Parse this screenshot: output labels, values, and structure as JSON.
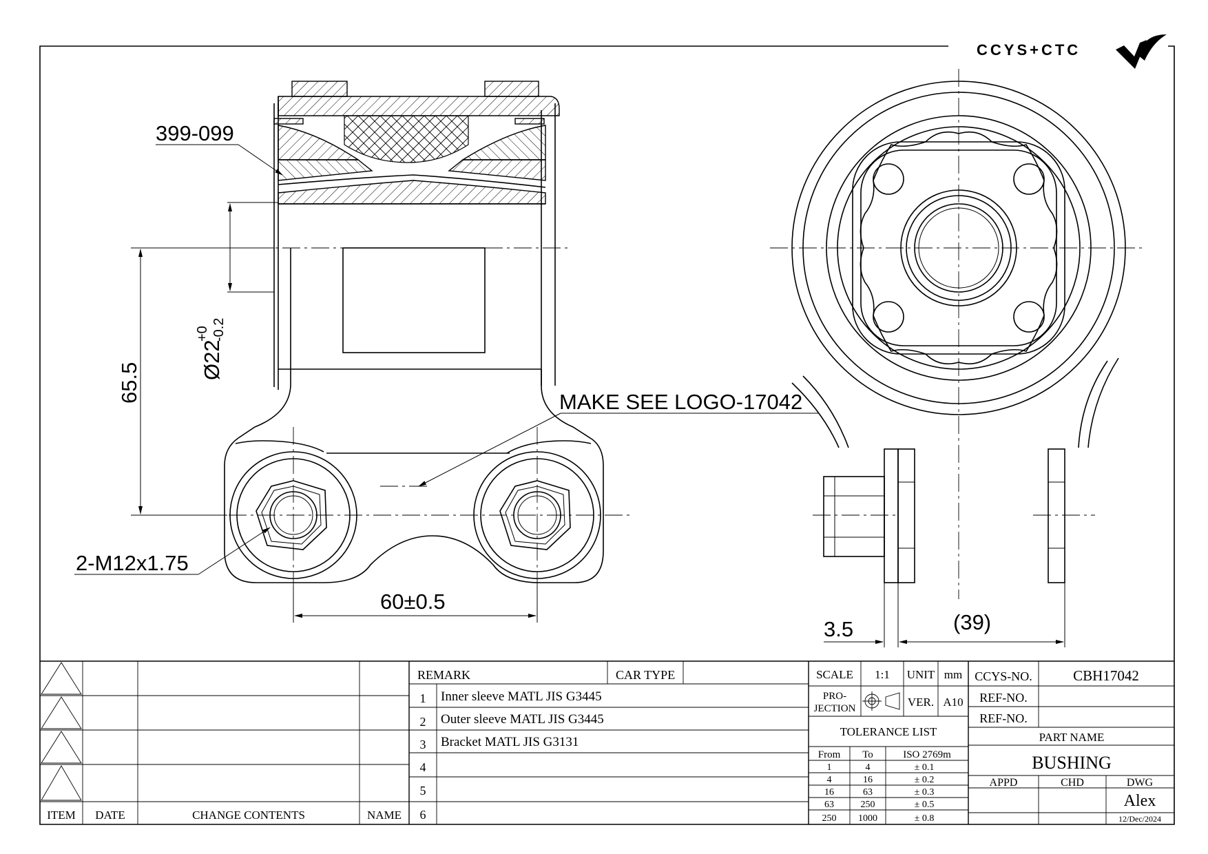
{
  "logo": {
    "text": "CCYS+CTC"
  },
  "dimensions": {
    "part_label": "399-099",
    "diameter": "Ø22",
    "diameter_upper": "+0",
    "diameter_lower": "-0.2",
    "height": "65.5",
    "make_note": "MAKE SEE LOGO-17042",
    "threads": "2-M12x1.75",
    "spacing": "60±0.5",
    "offset": "3.5",
    "width_ref": "(39)"
  },
  "revision_table": {
    "headers": {
      "item": "ITEM",
      "date": "DATE",
      "change": "CHANGE CONTENTS",
      "name": "NAME"
    }
  },
  "remarks": {
    "remark_label": "REMARK",
    "car_type_label": "CAR TYPE",
    "rows": [
      {
        "no": "1",
        "text": "Inner sleeve MATL JIS G3445"
      },
      {
        "no": "2",
        "text": "Outer sleeve MATL JIS G3445"
      },
      {
        "no": "3",
        "text": "Bracket MATL JIS G3131"
      },
      {
        "no": "4",
        "text": ""
      },
      {
        "no": "5",
        "text": ""
      },
      {
        "no": "6",
        "text": ""
      }
    ]
  },
  "spec": {
    "scale_label": "SCALE",
    "scale": "1:1",
    "unit_label": "UNIT",
    "unit": "mm",
    "projection_label_1": "PRO-",
    "projection_label_2": "JECTION",
    "ver_label": "VER.",
    "ver": "A10"
  },
  "tolerance": {
    "title": "TOLERANCE LIST",
    "headers": {
      "from": "From",
      "to": "To",
      "std": "ISO 2769m"
    },
    "rows": [
      {
        "from": "1",
        "to": "4",
        "tol": "± 0.1"
      },
      {
        "from": "4",
        "to": "16",
        "tol": "± 0.2"
      },
      {
        "from": "16",
        "to": "63",
        "tol": "± 0.3"
      },
      {
        "from": "63",
        "to": "250",
        "tol": "± 0.5"
      },
      {
        "from": "250",
        "to": "1000",
        "tol": "± 0.8"
      }
    ]
  },
  "part": {
    "ccys_no_label": "CCYS-NO.",
    "ccys_no": "CBH17042",
    "ref_no_label_1": "REF-NO.",
    "ref_no_label_2": "REF-NO.",
    "part_name_label": "PART NAME",
    "part_name": "BUSHING",
    "appd_label": "APPD",
    "chd_label": "CHD",
    "dwg_label": "DWG",
    "dwg_name": "Alex",
    "date": "12/Dec/2024"
  }
}
